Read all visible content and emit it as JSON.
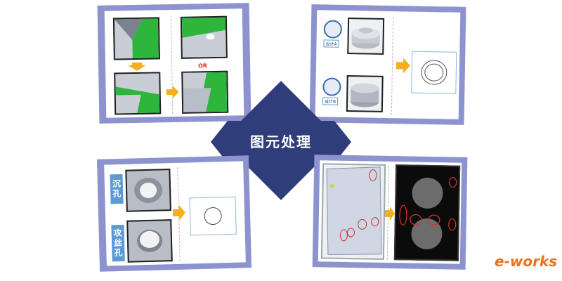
{
  "center": {
    "title": "图元处理"
  },
  "top_left": {
    "or_label": "OR"
  },
  "top_right": {
    "user_top_label": "设计A",
    "user_bottom_label": "设计B"
  },
  "bottom_left": {
    "countersink_label": "沉孔",
    "tapped_label": "攻丝孔"
  },
  "watermark": {
    "logo_e": "e",
    "logo_rest": "-works"
  },
  "colors": {
    "panel_bg": "#8c93cf",
    "diamond": "#2f3d7a",
    "green": "#2db53c",
    "arrow": "#f2b01e",
    "red_marker": "#d9302b",
    "chip_blue": "#5b9bd5"
  }
}
